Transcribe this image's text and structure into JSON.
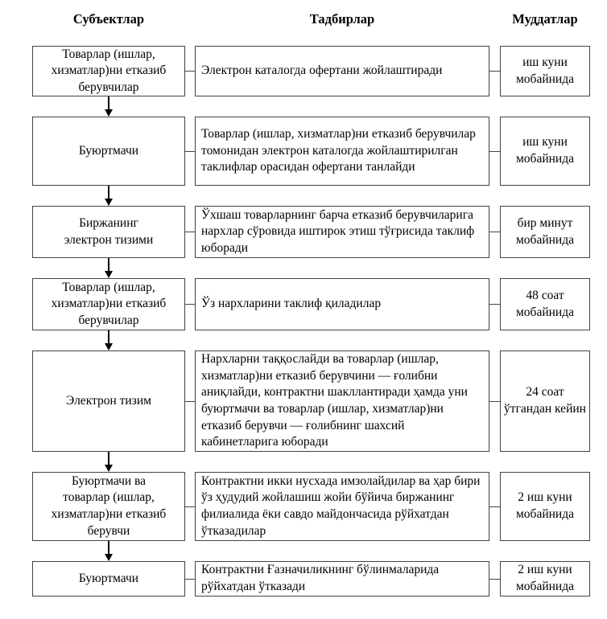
{
  "headers": {
    "subjects": "Субъектлар",
    "actions": "Тадбирлар",
    "terms": "Муддатлар"
  },
  "rows": [
    {
      "subject": "Товарлар (ишлар,\nхизматлар)ни етказиб\nберувчилар",
      "action": "Электрон каталогда офертани жойлаштиради",
      "term": "иш куни мобайнида"
    },
    {
      "subject": "Буюртмачи",
      "action": "Товарлар (ишлар, хизматлар)ни етказиб берувчилар томонидан электрон каталогда жойлаштирилган таклифлар орасидан офертани танлайди",
      "term": "иш куни мобайнида"
    },
    {
      "subject": "Биржанинг\nэлектрон тизими",
      "action": "Ўхшаш товарларнинг барча етказиб берувчиларига нархлар сўровида иштирок этиш тўғрисида таклиф юборади",
      "term": "бир минут мобайнида"
    },
    {
      "subject": "Товарлар (ишлар,\nхизматлар)ни етказиб\nберувчилар",
      "action": "Ўз нархларини таклиф қиладилар",
      "term": "48 соат мобайнида"
    },
    {
      "subject": "Электрон тизим",
      "action": "Нархларни таққослайди ва товарлар (ишлар, хизматлар)ни етказиб берувчини — ғолибни аниқлайди, контрактни шакллантиради ҳамда уни буюртмачи ва товарлар (ишлар, хизматлар)ни етказиб берувчи — ғолибнинг шахсий кабинетларига юборади",
      "term": "24 соат ўтгандан кейин"
    },
    {
      "subject": "Буюртмачи ва\nтоварлар (ишлар,\nхизматлар)ни етказиб\nберувчи",
      "action": "Контрактни икки нусхада имзолайдилар ва ҳар бири ўз ҳудудий жойлашиш жойи бўйича биржанинг филиалида ёки савдо майдончасида рўйхатдан ўтказадилар",
      "term": "2 иш куни мобайнида"
    },
    {
      "subject": "Буюртмачи",
      "action": "Контрактни Ғазначиликнинг бўлинмаларида рўйхатдан ўтказади",
      "term": "2 иш куни мобайнида"
    }
  ],
  "colors": {
    "border": "#434343",
    "text": "#000000",
    "background": "#ffffff"
  }
}
